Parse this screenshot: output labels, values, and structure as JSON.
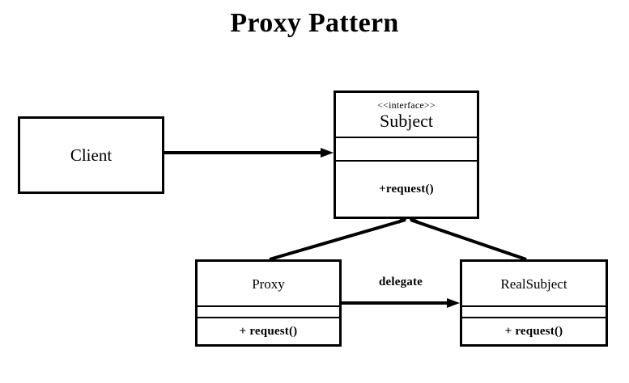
{
  "diagram": {
    "title": "Proxy Pattern",
    "type": "uml-class-diagram",
    "background": "#ffffff",
    "line_color": "#000000",
    "text_color": "#000000"
  },
  "classes": {
    "client": {
      "name": "Client",
      "stereotype": "",
      "attributes": [],
      "operations": []
    },
    "subject": {
      "stereotype": "<<interface>>",
      "name": "Subject",
      "attributes": [],
      "operations": [
        "+request()"
      ],
      "operation_1": "+request()"
    },
    "proxy": {
      "name": "Proxy",
      "stereotype": "",
      "attributes": [],
      "operations": [
        "+ request()"
      ],
      "operation_1": "+ request()"
    },
    "realsubject": {
      "name": "RealSubject",
      "stereotype": "",
      "attributes": [],
      "operations": [
        "+ request()"
      ],
      "operation_1": "+ request()"
    }
  },
  "relationships": {
    "client_to_subject": {
      "from": "Client",
      "to": "Subject",
      "type": "association",
      "arrowhead": "solid-filled",
      "label": ""
    },
    "proxy_to_subject": {
      "from": "Proxy",
      "to": "Subject",
      "type": "generalization",
      "arrowhead": "open-v",
      "label": ""
    },
    "realsubject_to_subject": {
      "from": "RealSubject",
      "to": "Subject",
      "type": "generalization",
      "arrowhead": "open-v",
      "label": ""
    },
    "proxy_to_realsubject": {
      "from": "Proxy",
      "to": "RealSubject",
      "type": "association",
      "arrowhead": "solid-filled",
      "label": "delegate"
    }
  }
}
